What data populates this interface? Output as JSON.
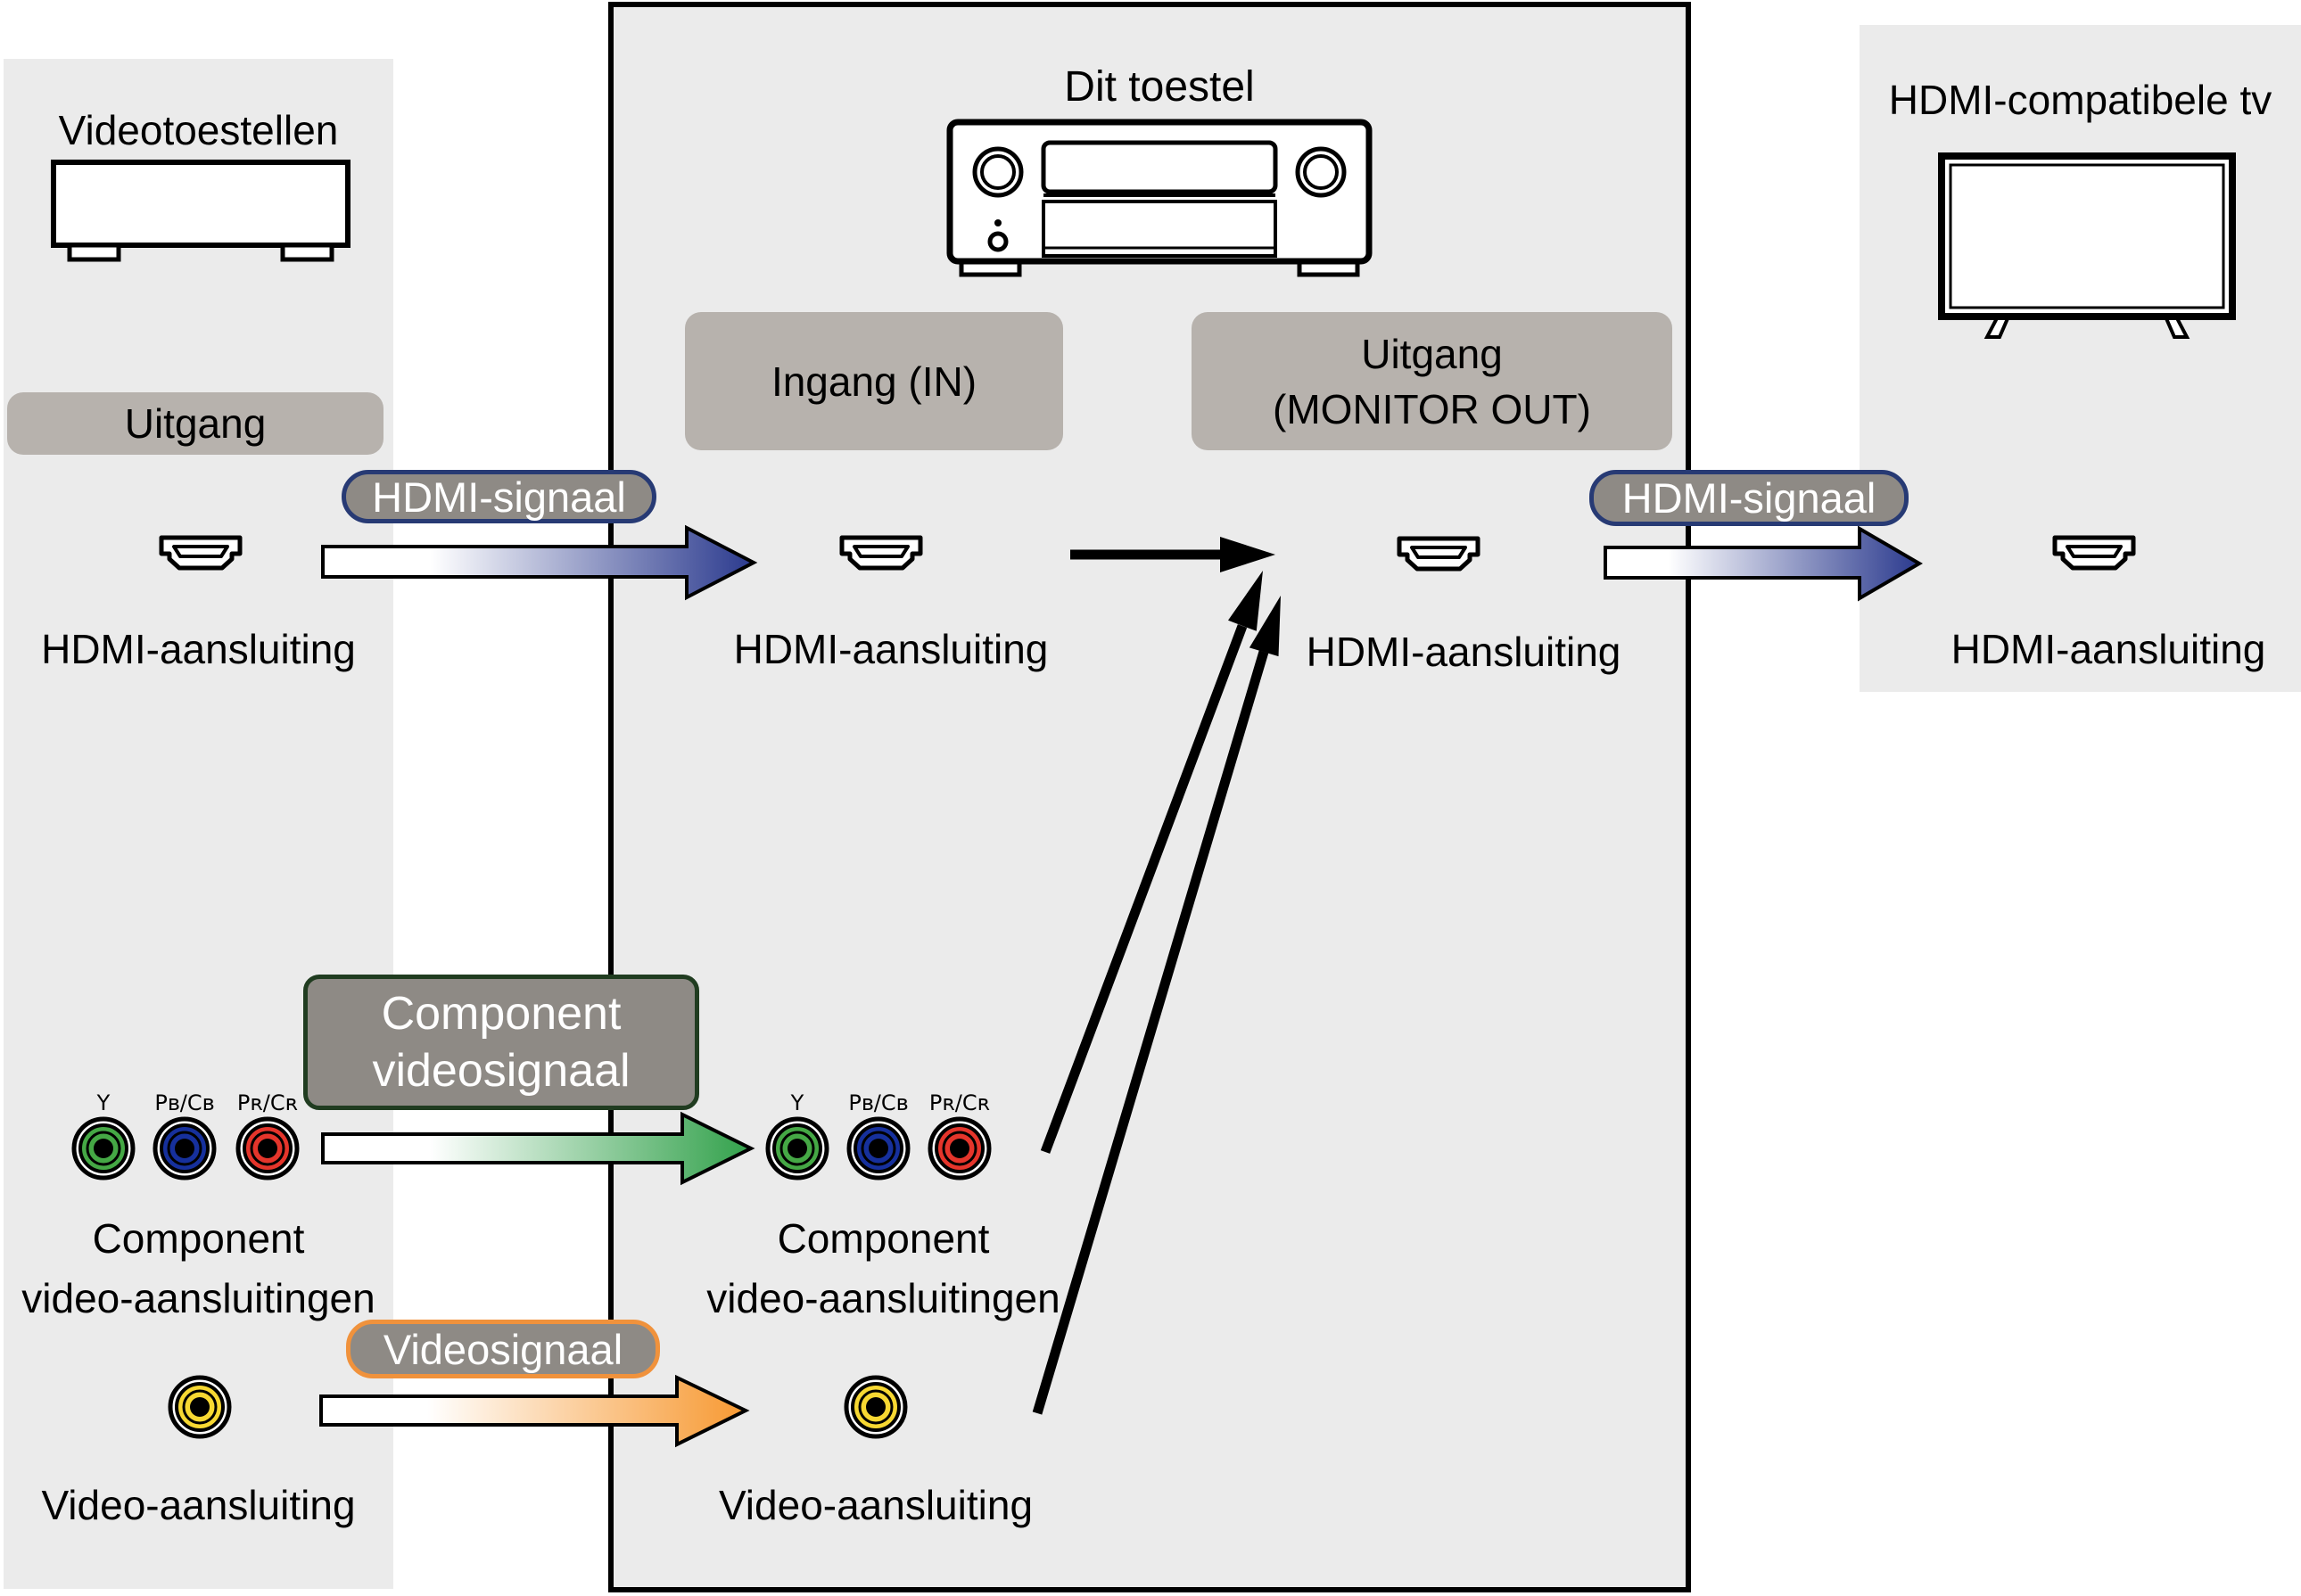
{
  "colors": {
    "panel-bg": "#ebebeb",
    "box-bg": "#b7b2ad",
    "pill-bg": "#8e8a85",
    "pill-text": "#ffffff",
    "hdmi-border": "#273a74",
    "component-border": "#203c20",
    "video-border": "#f0923c",
    "arrow-blue": "#2b3a8e",
    "arrow-green": "#32a14b",
    "arrow-orange": "#f79932",
    "connector-green": "#45a845",
    "connector-blue": "#16309c",
    "connector-red": "#e5352b",
    "connector-yellow": "#f7d832",
    "ink": "#000000"
  },
  "left_panel": {
    "title": "Videotoestellen",
    "output_box": "Uitgang",
    "hdmi_label": "HDMI-aansluiting",
    "component_label_line1": "Component",
    "component_label_line2": "video-aansluitingen",
    "video_label": "Video-aansluiting",
    "connector_labels": {
      "y": "Y",
      "pb": "Pʙ/Cʙ",
      "pr": "Pʀ/Cʀ"
    }
  },
  "center_panel": {
    "title": "Dit toestel",
    "input_box": "Ingang (IN)",
    "output_box_line1": "Uitgang",
    "output_box_line2": "(MONITOR OUT)",
    "hdmi_in_label": "HDMI-aansluiting",
    "hdmi_out_label": "HDMI-aansluiting",
    "component_label_line1": "Component",
    "component_label_line2": "video-aansluitingen",
    "video_label": "Video-aansluiting",
    "connector_labels": {
      "y": "Y",
      "pb": "Pʙ/Cʙ",
      "pr": "Pʀ/Cʀ"
    }
  },
  "right_panel": {
    "title": "HDMI-compatibele tv",
    "hdmi_label": "HDMI-aansluiting"
  },
  "signals": {
    "hdmi_left": "HDMI-signaal",
    "hdmi_right": "HDMI-signaal",
    "component_line1": "Component",
    "component_line2": "videosignaal",
    "video": "Videosignaal"
  }
}
